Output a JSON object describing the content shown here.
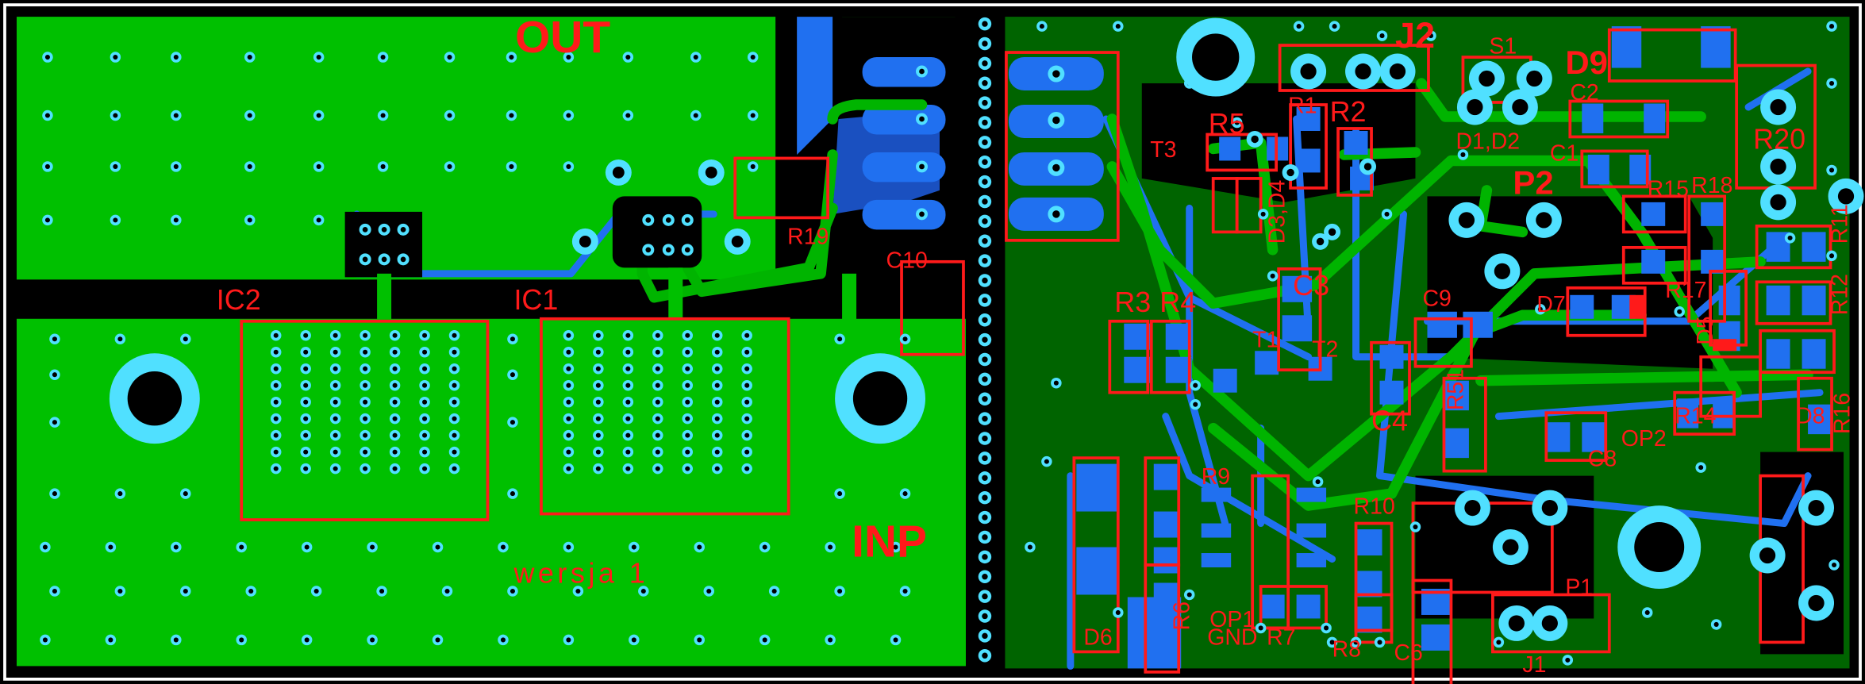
{
  "board": {
    "left_labels": {
      "out": "OUT",
      "inp": "INP",
      "ic1": "IC1",
      "ic2": "IC2",
      "version": "wersja 1",
      "r19": "R19",
      "c10": "C10"
    },
    "right_labels": {
      "j2": "J2",
      "s1": "S1",
      "d9": "D9",
      "c2": "C2",
      "r1": "R1",
      "r5": "R5",
      "r2": "R2",
      "t3": "T3",
      "d1d2": "D1,D2",
      "c1": "C1",
      "r20": "R20",
      "p2": "P2",
      "r15": "R15",
      "r18": "R18",
      "r11": "R11",
      "d3d4": "D3,D4",
      "c3": "C3",
      "c9": "C9",
      "d7": "D7",
      "r17": "R17",
      "r12": "R12",
      "d5": "D5",
      "r3": "R3",
      "r4": "R4",
      "t1": "T1",
      "t2": "T2",
      "r51": "R51",
      "c4": "C4",
      "r14": "R14",
      "d8": "D8",
      "r16": "R16",
      "op2": "OP2",
      "c8": "C8",
      "r9": "R9",
      "r10": "R10",
      "d6": "D6",
      "r6": "R6",
      "op1": "OP1",
      "gnd": "GND",
      "r7": "R7",
      "r8": "R8",
      "c6": "C6",
      "p1": "P1",
      "j1": "J1"
    }
  },
  "colors": {
    "background": "#000000",
    "copper_top": "#00c000",
    "copper_bottom_fill": "#006400",
    "pads": "#2070f0",
    "vias": "#50e0ff",
    "silkscreen": "#ff1a1a",
    "top_traces": "#00b400"
  }
}
